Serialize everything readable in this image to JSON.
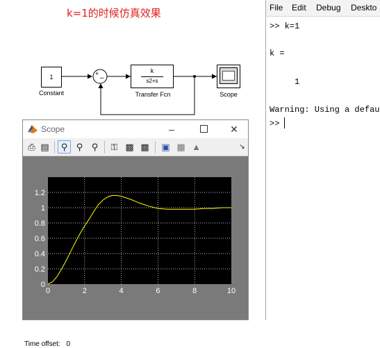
{
  "diagram": {
    "title": "k=1的时候仿真效果",
    "constant_value": "1",
    "constant_label": "Constant",
    "sum_plus": "+",
    "sum_minus": "–",
    "tf_numerator": "k",
    "tf_denominator": "s2+s",
    "tf_label": "Transfer Fcn",
    "scope_label": "Scope"
  },
  "scope_window": {
    "title": "Scope",
    "time_offset_label": "Time offset:",
    "time_offset_value": "0",
    "toolbar_icons": [
      "print-icon",
      "parameters-icon",
      "zoom-icon",
      "zoom-x-icon",
      "zoom-y-icon",
      "autoscale-icon",
      "save-axes-icon",
      "restore-axes-icon",
      "floating-scope-icon",
      "signal-selection-icon",
      "lock-icon",
      "dock-icon"
    ]
  },
  "command_window": {
    "menu": [
      "File",
      "Edit",
      "Debug",
      "Deskto"
    ],
    "lines": [
      ">> k=1",
      "",
      "k =",
      "",
      "     1",
      "",
      "Warning: Using a defaul",
      ">> "
    ]
  },
  "chart_data": {
    "type": "line",
    "title": "",
    "xlabel": "",
    "ylabel": "",
    "xlim": [
      0,
      10
    ],
    "ylim": [
      0,
      1.4
    ],
    "xticks": [
      "0",
      "2",
      "4",
      "6",
      "8",
      "10"
    ],
    "yticks": [
      "0",
      "0.2",
      "0.4",
      "0.6",
      "0.8",
      "1",
      "1.2"
    ],
    "grid": true,
    "background": "#000000",
    "line_color": "#ffff00",
    "series": [
      {
        "x": [
          0,
          0.25,
          0.5,
          0.75,
          1,
          1.25,
          1.5,
          1.75,
          2,
          2.25,
          2.5,
          2.75,
          3,
          3.25,
          3.5,
          3.75,
          4,
          4.5,
          5,
          5.5,
          6,
          6.5,
          7,
          7.5,
          8,
          8.5,
          9,
          9.5,
          10
        ],
        "values": [
          0,
          0.03,
          0.1,
          0.2,
          0.31,
          0.43,
          0.55,
          0.66,
          0.76,
          0.85,
          0.95,
          1.04,
          1.1,
          1.14,
          1.16,
          1.16,
          1.15,
          1.11,
          1.06,
          1.02,
          0.99,
          0.98,
          0.98,
          0.98,
          0.98,
          0.99,
          0.99,
          1.0,
          1.0
        ]
      }
    ]
  }
}
